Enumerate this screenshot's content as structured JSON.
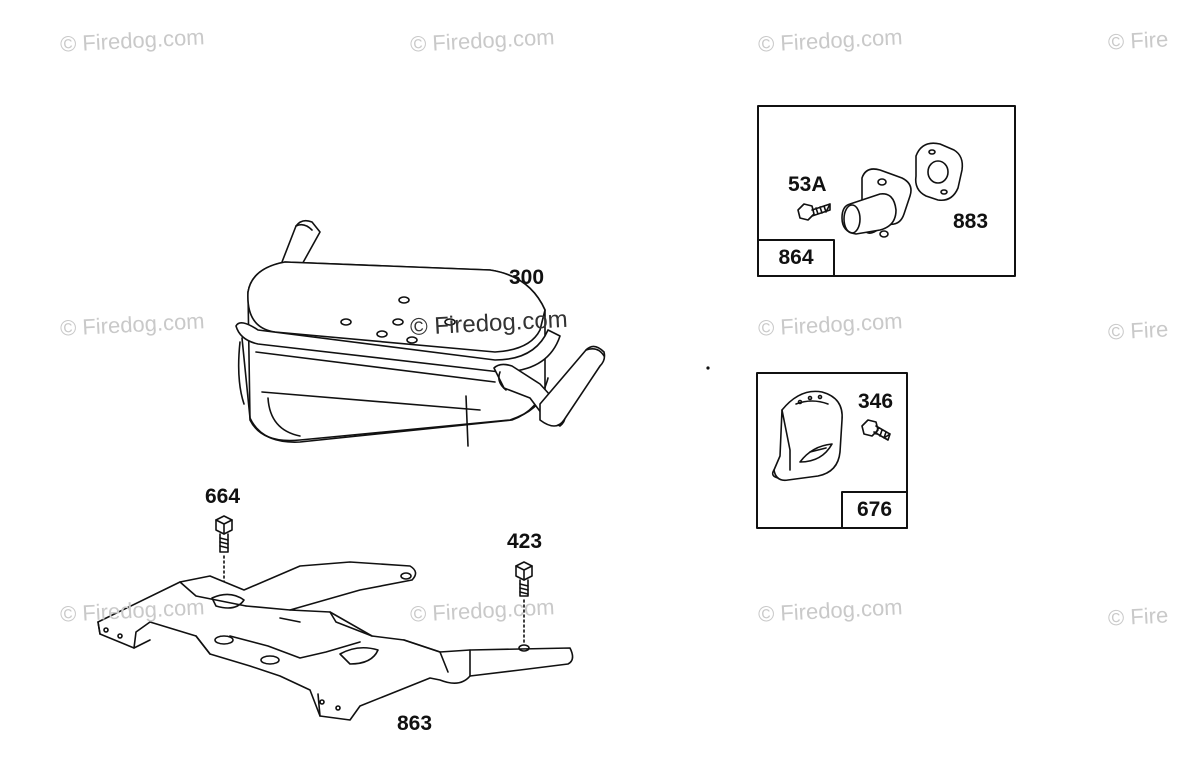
{
  "watermark": {
    "text": "© Firedog.com",
    "text_cut": "© Fire"
  },
  "callouts": {
    "muffler": "300",
    "screw_bracket": "664",
    "screw_right": "423",
    "bracket": "863",
    "screw_kit_a": "53A",
    "gasket": "883",
    "kit_a_box": "864",
    "screw_kit_b": "346",
    "kit_b_box": "676"
  }
}
